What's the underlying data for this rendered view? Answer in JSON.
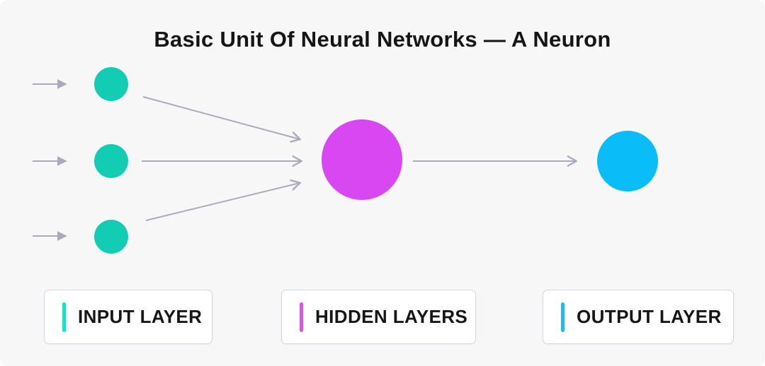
{
  "title": "Basic Unit Of Neural Networks — A Neuron",
  "colors": {
    "background": "#f7f7f8",
    "arrow": "#abaaba",
    "input_node": "#12cdb4",
    "hidden_node": "#d847f2",
    "output_node": "#0abdf8",
    "text": "#151515"
  },
  "diagram": {
    "input_node_count": 3,
    "hidden_node_count": 1,
    "output_node_count": 1
  },
  "legend": {
    "items": [
      {
        "label": "INPUT LAYER",
        "color": "#0ee6cb"
      },
      {
        "label": "HIDDEN LAYERS",
        "color": "#e14ff5"
      },
      {
        "label": "OUTPUT LAYER",
        "color": "#1fb9f7"
      }
    ]
  }
}
